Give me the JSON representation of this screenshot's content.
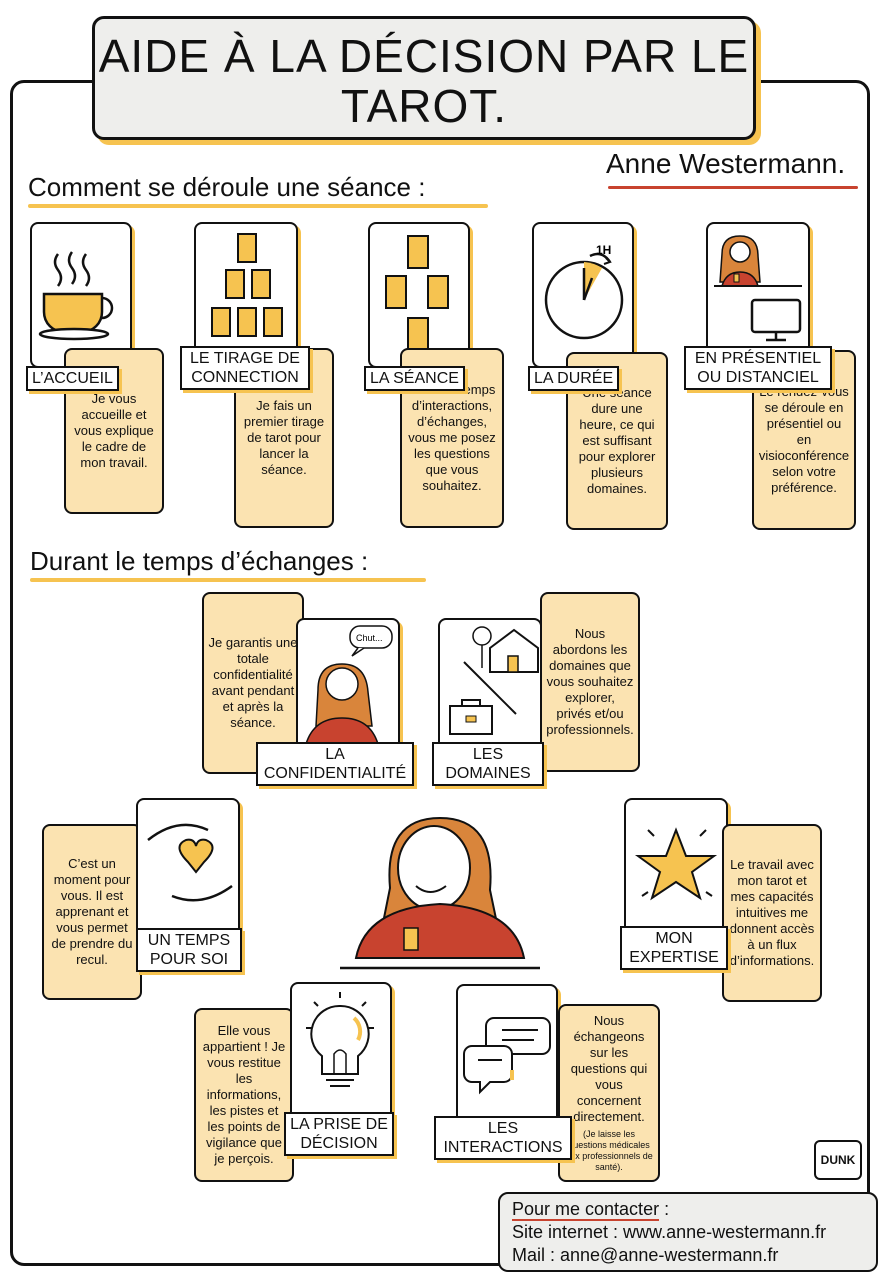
{
  "title": "AIDE À LA DÉCISION PAR LE TAROT.",
  "author": "Anne Westermann.",
  "section1": "Comment se déroule une séance :",
  "section2": "Durant le temps d’échanges :",
  "steps": [
    {
      "label": "L’ACCUEIL",
      "text": "Je vous accueille et vous explique le cadre de mon travail.",
      "icon": "coffee-cup-icon"
    },
    {
      "label": "LE TIRAGE DE CONNECTION",
      "text": "Je fais un premier tirage de tarot pour lancer la séance.",
      "icon": "tarot-spread-icon"
    },
    {
      "label": "LA SÉANCE",
      "text": "C’est un temps d’interactions, d’échanges, vous me posez les questions que vous souhaitez.",
      "icon": "tarot-cross-icon"
    },
    {
      "label": "LA DURÉE",
      "text": "Une séance dure une heure, ce qui est suffisant pour explorer plusieurs domaines.",
      "icon": "timer-icon",
      "badge": "1H"
    },
    {
      "label": "EN PRÉSENTIEL OU DISTANCIEL",
      "text": "Le rendez-vous se déroule en présentiel ou en visioconférence selon votre préférence.",
      "icon": "person-and-monitor-icon"
    }
  ],
  "exchanges": {
    "confidentiality": {
      "label": "LA CONFIDENTIALITÉ",
      "text": "Je garantis une totale confidentialité avant pendant et après la séance.",
      "bubble": "Chut..."
    },
    "domains": {
      "label": "LES DOMAINES",
      "text": "Nous abordons les domaines que vous souhaitez explorer, privés et/ou professionnels."
    },
    "time": {
      "label": "UN TEMPS POUR SOI",
      "text": "C’est un moment pour vous. Il est apprenant et vous permet de prendre du recul."
    },
    "expertise": {
      "label": "MON EXPERTISE",
      "text": "Le travail avec mon tarot et mes capacités intuitives me donnent accès à un flux d’informations."
    },
    "decision": {
      "label": "LA PRISE DE DÉCISION",
      "text": "Elle vous appartient ! Je vous restitue les informations, les pistes et les points de vigilance que je perçois."
    },
    "interactions": {
      "label": "LES INTERACTIONS",
      "text": "Nous échangeons sur les questions qui vous concernent directement.",
      "note": "(Je laisse les questions médicales aux professionnels de santé)."
    }
  },
  "contact": {
    "heading": "Pour me contacter",
    "colon": " :",
    "website": "Site internet : www.anne-westermann.fr",
    "mail": "Mail : anne@anne-westermann.fr"
  },
  "signature": "DUNK",
  "colors": {
    "accent": "#f6c350",
    "card_fill": "#fbe3b1",
    "red": "#c8432f",
    "title_bg": "#eeeeec"
  }
}
